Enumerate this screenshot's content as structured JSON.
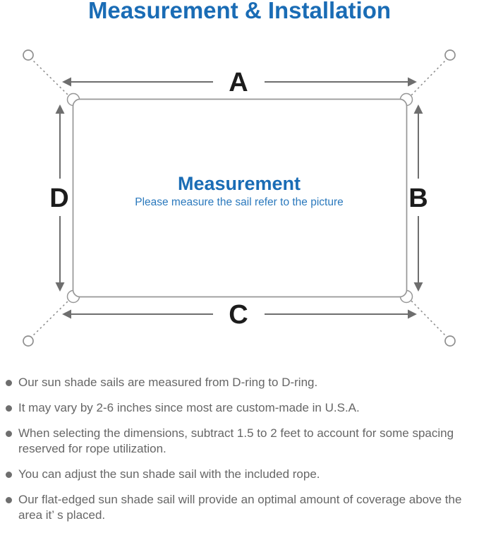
{
  "title": "Measurement & Installation",
  "diagram": {
    "labels": {
      "top": "A",
      "right": "B",
      "bottom": "C",
      "left": "D"
    },
    "center_heading": "Measurement",
    "center_subtitle": "Please measure the sail refer to the picture"
  },
  "notes": [
    "Our sun shade sails are measured from D-ring to D-ring.",
    "It may vary by 2-6 inches since most are custom-made in U.S.A.",
    "When selecting the dimensions, subtract 1.5 to 2 feet to account for some spacing reserved for rope utilization.",
    "You can adjust the sun shade sail with the included rope.",
    "Our flat-edged sun shade sail will provide an optimal amount of coverage above the area it’ s placed."
  ],
  "colors": {
    "title_blue": "#1a6cb5",
    "subtitle_blue": "#2b79bd",
    "outline_gray": "#979797",
    "arrow_gray": "#6e6e6e",
    "note_text_gray": "#666666",
    "dim_label_black": "#1c1c1c"
  }
}
